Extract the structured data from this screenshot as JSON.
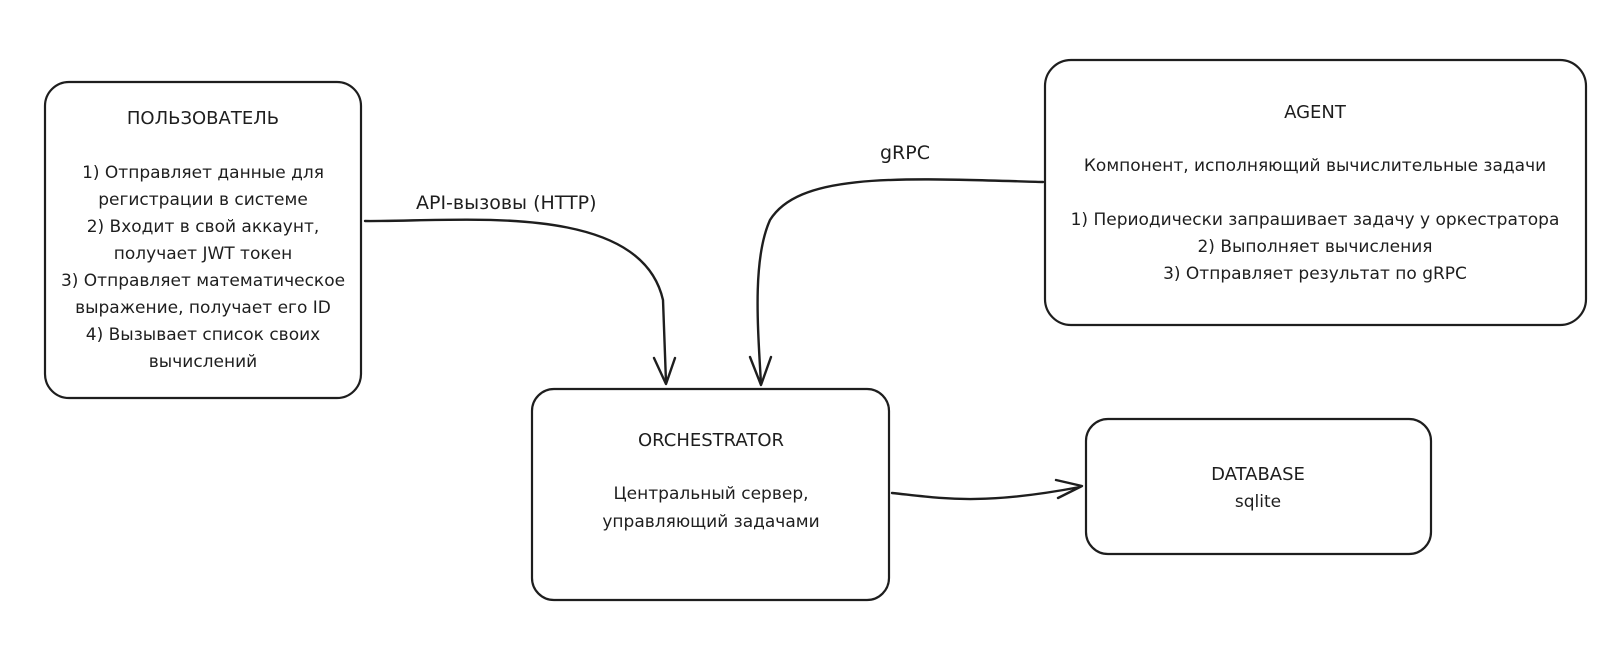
{
  "nodes": {
    "user": {
      "title": "ПОЛЬЗОВАТЕЛЬ",
      "lines": [
        "1) Отправляет данные для",
        "регистрации в системе",
        "2) Входит в свой аккаунт,",
        "получает JWT токен",
        "3) Отправляет математическое",
        "выражение, получает его ID",
        "4) Вызывает список своих",
        "вычислений"
      ]
    },
    "agent": {
      "title": "AGENT",
      "subtitle": "Компонент, исполняющий вычислительные задачи",
      "lines": [
        "1) Периодически запрашивает задачу у оркестратора",
        "2) Выполняет вычисления",
        "3) Отправляет результат по gRPC"
      ]
    },
    "orchestrator": {
      "title": "ORCHESTRATOR",
      "lines": [
        "Центральный сервер,",
        "управляющий задачами"
      ]
    },
    "database": {
      "title": "DATABASE",
      "lines": [
        "sqlite"
      ]
    }
  },
  "edges": {
    "user_to_orchestrator": {
      "label": "API-вызовы (HTTP)"
    },
    "agent_to_orchestrator": {
      "label": "gRPC"
    },
    "orchestrator_to_database": {
      "label": ""
    }
  }
}
